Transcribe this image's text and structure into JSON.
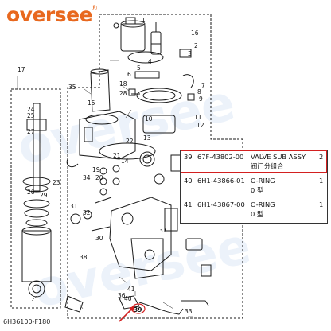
{
  "brand": {
    "name": "oversee",
    "mark": "®"
  },
  "watermark": "oversee",
  "diagram": {
    "code": "6H36100-F180",
    "callouts": [
      "1",
      "2",
      "3",
      "4",
      "5",
      "6",
      "7",
      "8",
      "9",
      "10",
      "11",
      "12",
      "13",
      "14",
      "15",
      "16",
      "17",
      "18",
      "19",
      "20",
      "21",
      "22",
      "23",
      "24",
      "25",
      "26",
      "27",
      "28",
      "29",
      "30",
      "31",
      "32",
      "33",
      "34",
      "35",
      "36",
      "37",
      "38",
      "39",
      "40",
      "41"
    ]
  },
  "parts": [
    {
      "ref": "39",
      "part_no": "67F-43802-00",
      "desc": "VALVE SUB ASSY",
      "sub": "阀门分组合",
      "qty": "2",
      "highlight": true
    },
    {
      "ref": "40",
      "part_no": "6H1-43866-01",
      "desc": "O-RING",
      "sub": "0 型",
      "qty": "1",
      "highlight": false
    },
    {
      "ref": "41",
      "part_no": "6H1-43867-00",
      "desc": "O-RING",
      "sub": "0 型",
      "qty": "1",
      "highlight": false
    }
  ],
  "colors": {
    "brand": "#e8681e",
    "highlight": "#d32020",
    "line": "#1a1a1a",
    "watermark": "#508cd2"
  }
}
